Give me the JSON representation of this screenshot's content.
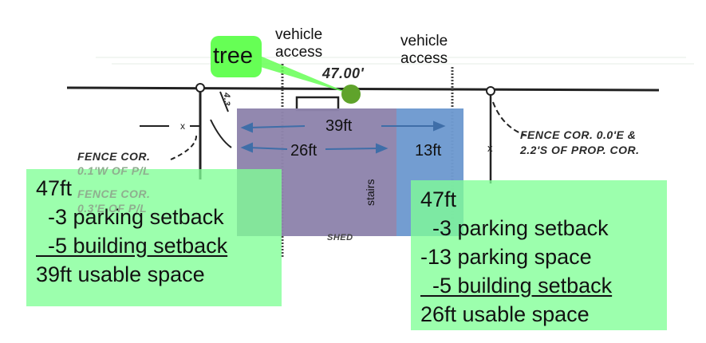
{
  "tree_label": "tree",
  "access_left": "vehicle\naccess",
  "access_right": "vehicle\naccess",
  "survey_width": "47.00'",
  "survey_side": "4.3",
  "fence_right_1": "FENCE COR. 0.0'E &",
  "fence_right_2": "2.2'S OF PROP. COR.",
  "fence_left_1": "FENCE COR.",
  "fence_left_2": "0.1'W OF P/L",
  "fence_left_3": "FENCE COR.",
  "fence_left_4": "0.3'E OF P/L",
  "shed": "SHED",
  "dim_total": "39ft",
  "dim_inner": "26ft",
  "dim_parking": "13ft",
  "stairs": "stairs",
  "left_calc": {
    "line1": "47ft",
    "line2": "  -3 parking setback",
    "line3": "  -5 building setback",
    "line4": "39ft usable space"
  },
  "right_calc": {
    "line1": "47ft",
    "line2": "  -3 parking setback",
    "line3": "-13 parking space",
    "line4": "  -5 building setback",
    "line5": "26ft usable space"
  },
  "colors": {
    "building": "#8e84ac",
    "parking": "#6e9ad0",
    "tree": "#5fa32b",
    "callout": "#66ff55",
    "note": "#80ff96",
    "arrow": "#3f6ea8"
  }
}
